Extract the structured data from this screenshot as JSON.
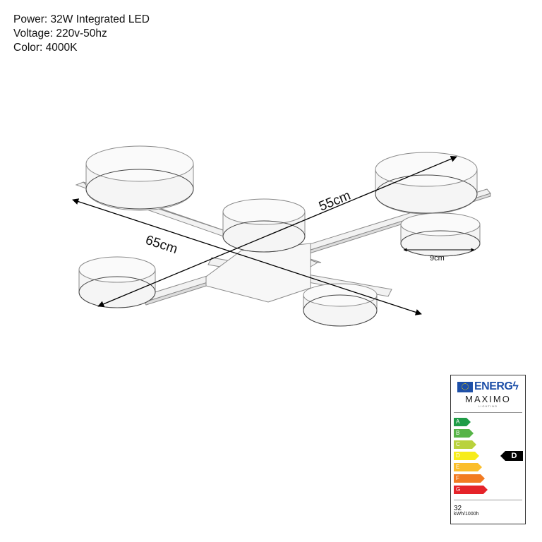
{
  "specs": {
    "power": "Power: 32W Integrated LED",
    "voltage": "Voltage: 220v-50hz",
    "color": "Color: 4000K"
  },
  "dimensions": {
    "length": "65cm",
    "width": "55cm",
    "shade_diameter": "9cm"
  },
  "energy_label": {
    "title": "ENERG",
    "brand": "MAXIMO",
    "brand_sub": "LIGHTING",
    "classes": [
      {
        "letter": "A",
        "color": "#1f9c47"
      },
      {
        "letter": "B",
        "color": "#56b447"
      },
      {
        "letter": "C",
        "color": "#b9d23c"
      },
      {
        "letter": "D",
        "color": "#f7ec1a"
      },
      {
        "letter": "E",
        "color": "#fbbe2a"
      },
      {
        "letter": "F",
        "color": "#f27b22"
      },
      {
        "letter": "G",
        "color": "#e52329"
      }
    ],
    "rating": "D",
    "consumption": "32",
    "consumption_unit": "kWh/1000h"
  }
}
